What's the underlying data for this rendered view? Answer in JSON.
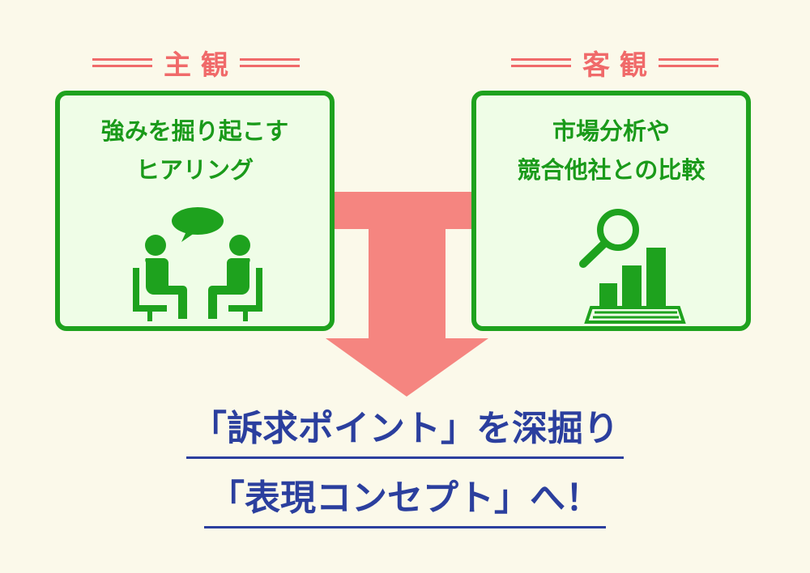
{
  "left_panel": {
    "label": "主観",
    "title_lines": [
      "強みを掘り起こす",
      "ヒアリング"
    ],
    "icon": "two-people-talking-icon"
  },
  "right_panel": {
    "label": "客観",
    "title_lines": [
      "市場分析や",
      "競合他社との比較"
    ],
    "icon": "magnifier-bar-chart-icon"
  },
  "result": {
    "line1": "「訴求ポイント」を深掘り",
    "line2": "「表現コンセプト」へ！"
  },
  "colors": {
    "background": "#fbf9ea",
    "label_red": "#f06a6a",
    "arrow_salmon": "#f58580",
    "box_green": "#1ea21e",
    "box_fill": "#effde7",
    "result_blue": "#2b3f9e"
  }
}
